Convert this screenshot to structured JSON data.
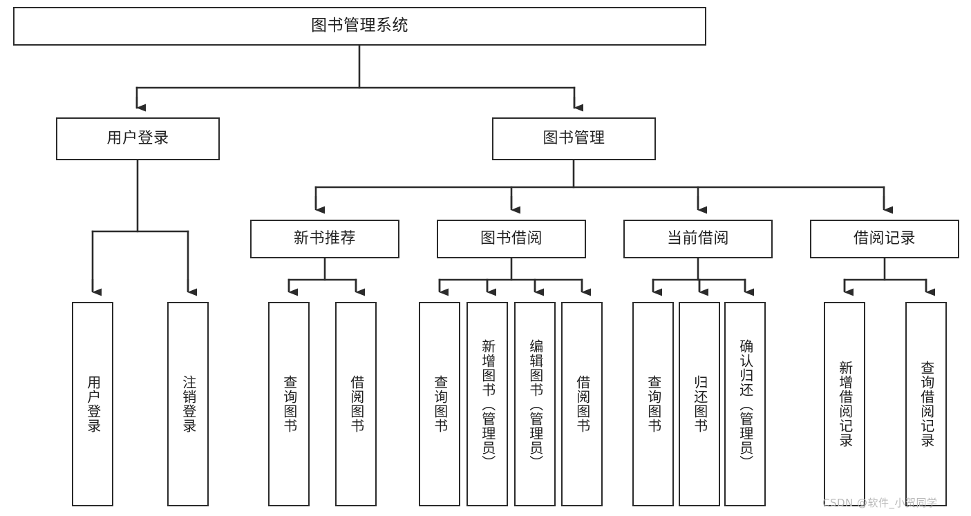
{
  "diagram": {
    "type": "hierarchy-tree",
    "title": "图书管理系统",
    "watermark": "CSDN @软件_小贺同学",
    "colors": {
      "stroke": "#2b2b2b",
      "fill": "#ffffff",
      "text": "#1f1f1f",
      "watermark": "#b9b9b9"
    },
    "nodes": {
      "root": {
        "label": "图书管理系统",
        "level": 1,
        "orientation": "horizontal"
      },
      "l2": [
        {
          "label": "用户登录",
          "level": 2,
          "orientation": "horizontal"
        },
        {
          "label": "图书管理",
          "level": 2,
          "orientation": "horizontal"
        }
      ],
      "l3": [
        {
          "label": "新书推荐",
          "level": 3,
          "orientation": "horizontal"
        },
        {
          "label": "图书借阅",
          "level": 3,
          "orientation": "horizontal"
        },
        {
          "label": "当前借阅",
          "level": 3,
          "orientation": "horizontal"
        },
        {
          "label": "借阅记录",
          "level": 3,
          "orientation": "horizontal"
        }
      ],
      "leaves": {
        "user_login": [
          {
            "label": "用户登录",
            "orientation": "vertical"
          },
          {
            "label": "注销登录",
            "orientation": "vertical"
          }
        ],
        "new_book": [
          {
            "label": "查询图书",
            "orientation": "vertical"
          },
          {
            "label": "借阅图书",
            "orientation": "vertical"
          }
        ],
        "borrow_book": [
          {
            "label": "查询图书",
            "orientation": "vertical"
          },
          {
            "label": "新增图书（管理员）",
            "orientation": "vertical"
          },
          {
            "label": "编辑图书（管理员）",
            "orientation": "vertical"
          },
          {
            "label": "借阅图书",
            "orientation": "vertical"
          }
        ],
        "current_borrow": [
          {
            "label": "查询图书",
            "orientation": "vertical"
          },
          {
            "label": "归还图书",
            "orientation": "vertical"
          },
          {
            "label": "确认归还（管理员）",
            "orientation": "vertical"
          }
        ],
        "borrow_record": [
          {
            "label": "新增借阅记录",
            "orientation": "vertical"
          },
          {
            "label": "查询借阅记录",
            "orientation": "vertical"
          }
        ]
      }
    }
  }
}
